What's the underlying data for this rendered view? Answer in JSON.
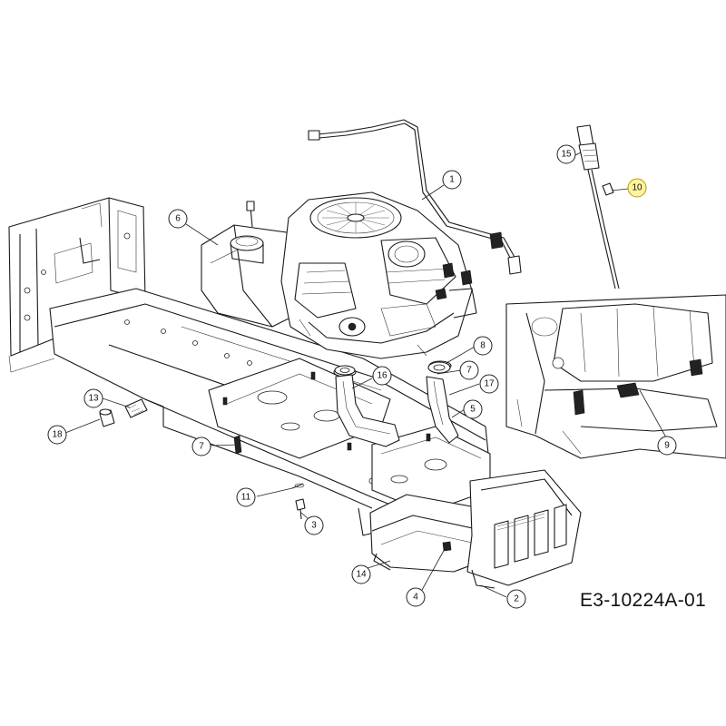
{
  "diagram": {
    "reference_code": "E3-10224A-01",
    "callouts": [
      {
        "label": "1",
        "highlight": false
      },
      {
        "label": "2",
        "highlight": false
      },
      {
        "label": "3",
        "highlight": false
      },
      {
        "label": "4",
        "highlight": false
      },
      {
        "label": "5",
        "highlight": false
      },
      {
        "label": "6",
        "highlight": false
      },
      {
        "label": "7",
        "highlight": false
      },
      {
        "label": "7",
        "highlight": false
      },
      {
        "label": "8",
        "highlight": false
      },
      {
        "label": "9",
        "highlight": false
      },
      {
        "label": "10",
        "highlight": true
      },
      {
        "label": "11",
        "highlight": false
      },
      {
        "label": "13",
        "highlight": false
      },
      {
        "label": "14",
        "highlight": false
      },
      {
        "label": "15",
        "highlight": false
      },
      {
        "label": "16",
        "highlight": false
      },
      {
        "label": "17",
        "highlight": false
      },
      {
        "label": "18",
        "highlight": false
      }
    ],
    "colors": {
      "line": "#1a1a1a",
      "background": "#ffffff",
      "highlight_fill": "#fff3a0",
      "highlight_stroke": "#b89b00"
    }
  }
}
